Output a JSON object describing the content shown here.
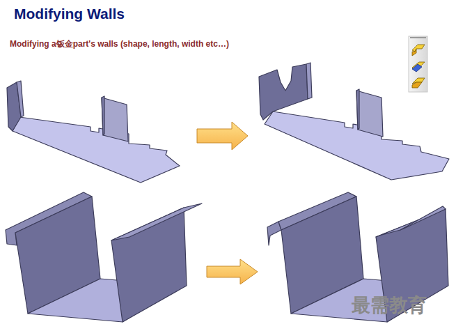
{
  "diagram": {
    "title": "Modifying Walls",
    "labels": [
      "Modifying a钣金part's walls (shape, length, width etc…)",
      "最需教育"
    ]
  }
}
